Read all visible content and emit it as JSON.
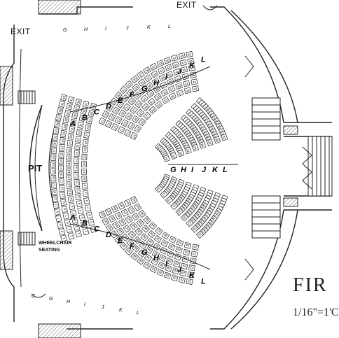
{
  "labels": {
    "exit_top": "EXIT",
    "exit_left": "EXIT",
    "pit": "PIT",
    "wheelchair_line1": "WHEELCHAIR",
    "wheelchair_line2": "SEATING",
    "title_partial": "FIR",
    "scale_partial": "1/16\"=1'C"
  },
  "row_letters": {
    "upper_cross_aisle": [
      "A",
      "B",
      "C",
      "D",
      "E",
      "F",
      "G",
      "H",
      "I",
      "J",
      "K",
      "L"
    ],
    "center_aisle": [
      "G",
      "H",
      "I",
      "J",
      "K",
      "L"
    ],
    "lower_cross_aisle": [
      "A",
      "B",
      "C",
      "D",
      "E",
      "F",
      "G",
      "H",
      "I",
      "J",
      "K",
      "L"
    ],
    "top_balcony_edge": [
      "G",
      "H",
      "I",
      "J",
      "K",
      "L"
    ],
    "bottom_balcony_edge": [
      "C",
      "G",
      "H",
      "I",
      "J",
      "K",
      "L"
    ]
  },
  "colors": {
    "line": "#222222",
    "seat_fill": "#ffffff",
    "hatch": "#555555"
  }
}
